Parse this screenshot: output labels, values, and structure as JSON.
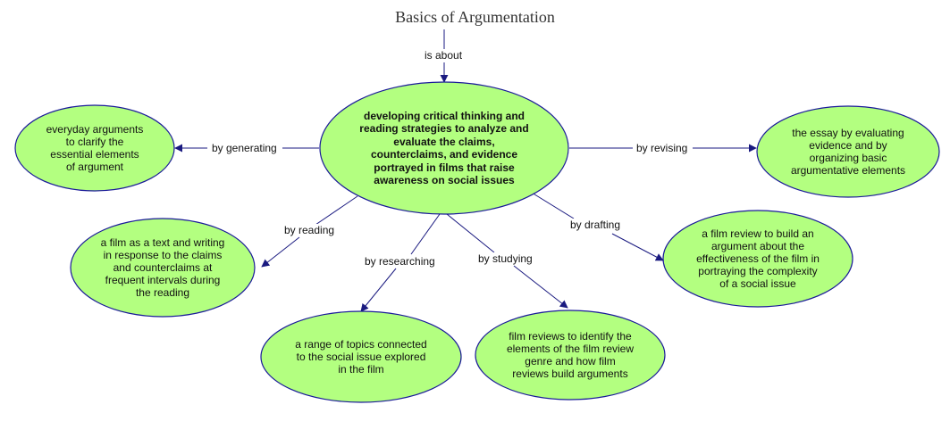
{
  "title": "Basics of Argumentation",
  "colors": {
    "node_fill": "#b3ff80",
    "node_stroke": "#1a1a99",
    "edge": "#1a1a80"
  },
  "center": {
    "text": "developing critical thinking and\nreading strategies to analyze and\nevaluate the claims,\ncounterclaims, and evidence\nportrayed in films that raise\nawareness on social issues"
  },
  "links": {
    "is_about": "is about",
    "by_generating": "by generating",
    "by_revising": "by revising",
    "by_reading": "by reading",
    "by_researching": "by researching",
    "by_studying": "by studying",
    "by_drafting": "by drafting"
  },
  "nodes": {
    "generating": "everyday arguments\nto clarify the\nessential elements\nof argument",
    "revising": "the essay by evaluating\nevidence and by\norganizing basic\nargumentative elements",
    "reading": "a film as a text and writing\nin response to the claims\nand counterclaims at\nfrequent intervals during\nthe reading",
    "researching": "a range of topics connected\nto the social issue explored\nin the film",
    "studying": "film reviews to identify the\nelements of the film review\ngenre and how film\nreviews build arguments",
    "drafting": "a film review to build an\nargument about the\neffectiveness of the film in\nportraying the complexity\nof a social issue"
  }
}
